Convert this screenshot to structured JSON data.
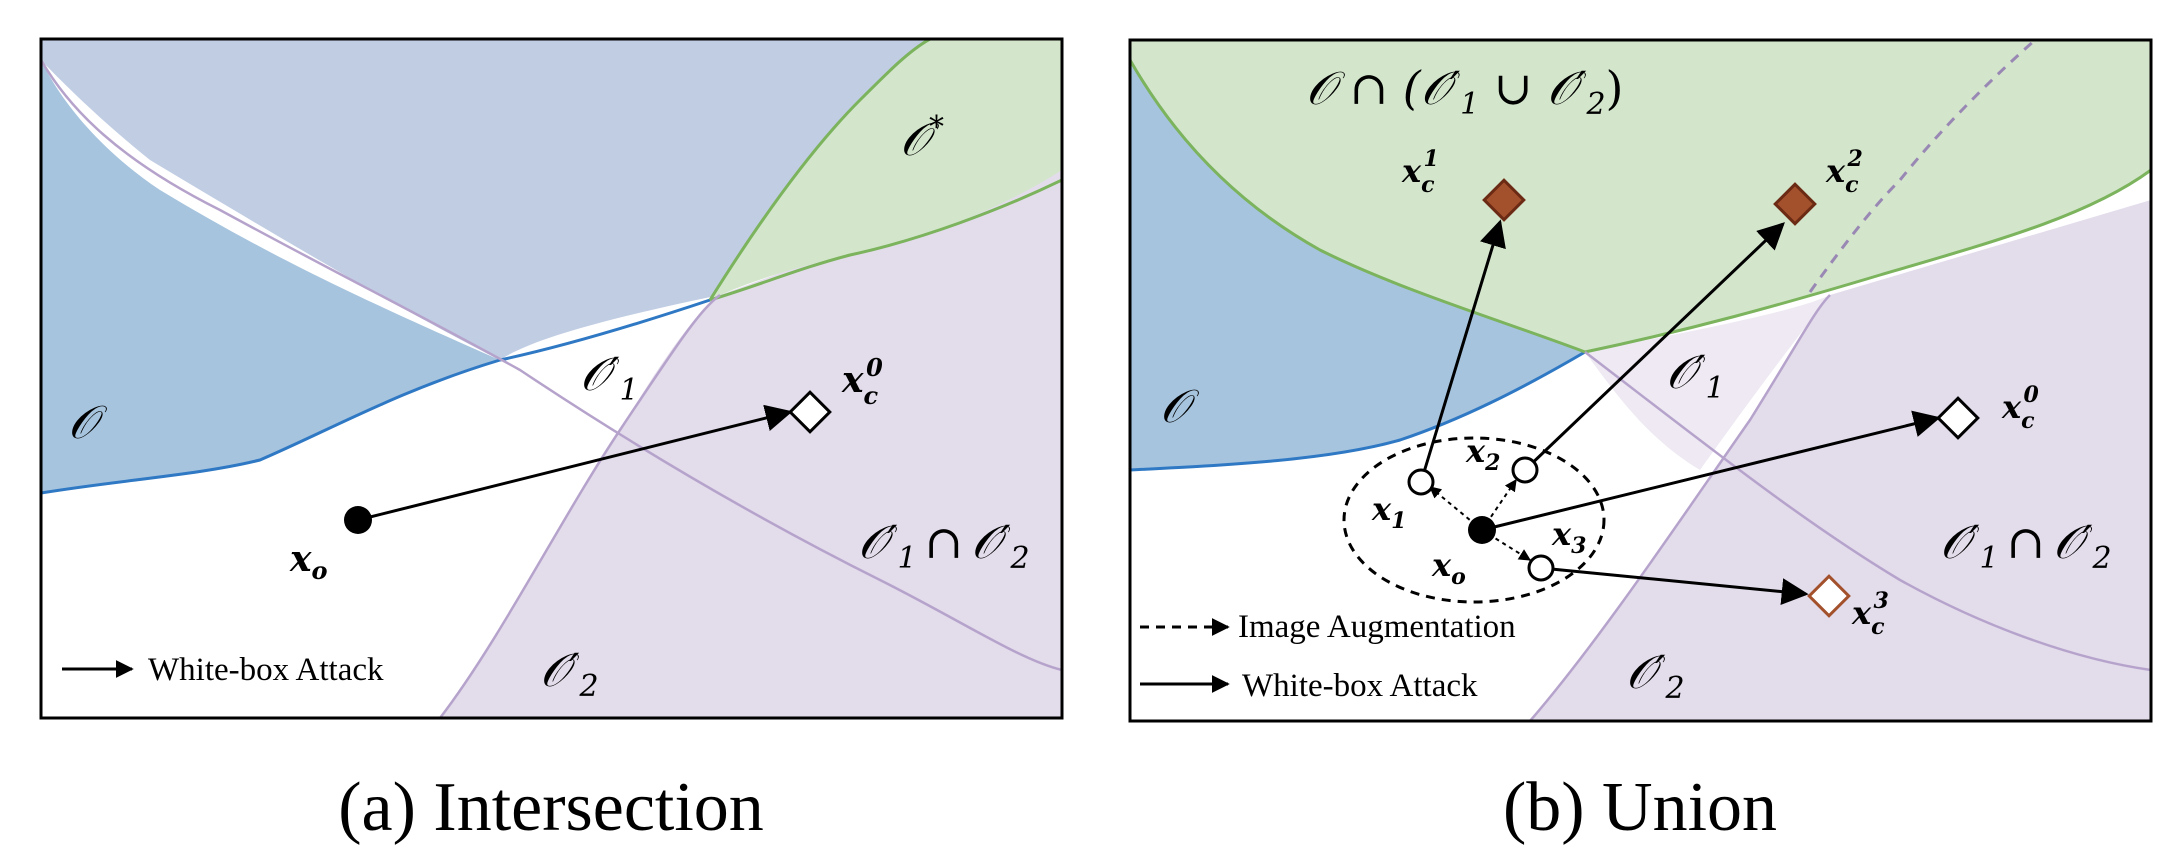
{
  "panel_a": {
    "caption": "(a) Intersection",
    "region_o": "𝒪",
    "region_o1": "𝒪′",
    "region_o1_sub": "1",
    "region_o2": "𝒪′",
    "region_o2_sub": "2",
    "region_o1_cap_o2_a": "𝒪′",
    "region_o1_cap_o2_sub_a": "1",
    "region_o1_cap_o2_op": "∩",
    "region_o1_cap_o2_b": "𝒪′",
    "region_o1_cap_o2_sub_b": "2",
    "region_ostar": "𝒪",
    "region_ostar_sup": "*",
    "xo_base": "x",
    "xo_sub": "o",
    "xc0_base": "x",
    "xc0_sub": "c",
    "xc0_sup": "0",
    "legend_solid": "White-box Attack"
  },
  "panel_b": {
    "caption": "(b) Union",
    "region_top": "𝒪 ∩ (𝒪′",
    "region_top_sub1": "1",
    "region_top_mid": " ∪ 𝒪′",
    "region_top_sub2": "2",
    "region_top_end": ")",
    "region_o": "𝒪",
    "region_o1": "𝒪′",
    "region_o1_sub": "1",
    "region_o2": "𝒪′",
    "region_o2_sub": "2",
    "region_cap_a": "𝒪′",
    "region_cap_sub_a": "1",
    "region_cap_op": "∩",
    "region_cap_b": "𝒪′",
    "region_cap_sub_b": "2",
    "x1_base": "x",
    "x1_sub": "1",
    "x2_base": "x",
    "x2_sub": "2",
    "x3_base": "x",
    "x3_sub": "3",
    "xo_base": "x",
    "xo_sub": "o",
    "xc0_base": "x",
    "xc0_sub": "c",
    "xc0_sup": "0",
    "xc1_base": "x",
    "xc1_sub": "c",
    "xc1_sup": "1",
    "xc2_base": "x",
    "xc2_sub": "c",
    "xc2_sup": "2",
    "xc3_base": "x",
    "xc3_sub": "c",
    "xc3_sup": "3",
    "legend_dashed": "Image Augmentation",
    "legend_solid": "White-box Attack"
  },
  "colors": {
    "blue_fill": "#a6c4de",
    "blue_line": "#2f78c4",
    "green_fill": "#d3e6cc",
    "green_line": "#7cb35d",
    "purple_fill": "#e3dceb",
    "purple_line": "#b6a3cc",
    "slate_fill": "#c1cde3",
    "dark_diamond": "#a3502c",
    "diamond_edge": "#6b2a14"
  }
}
